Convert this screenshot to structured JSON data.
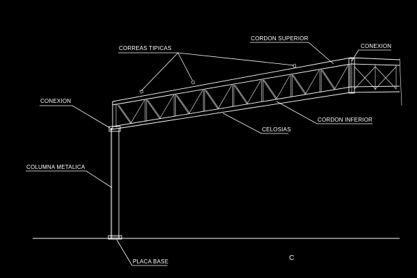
{
  "labels": {
    "correas": "CORREAS TIPICAS",
    "cordon_superior": "CORDON SUPERIOR",
    "conexion_right": "CONEXION",
    "conexion_left": "CONEXION",
    "cordon_inferior": "CORDON INFERIOR",
    "celosias": "CELOSIAS",
    "columna": "COLUMNA METALICA",
    "placa_base": "PLACA BASE",
    "section_mark": "C"
  },
  "colors": {
    "background": "#000000",
    "lines": "#ffffff"
  }
}
